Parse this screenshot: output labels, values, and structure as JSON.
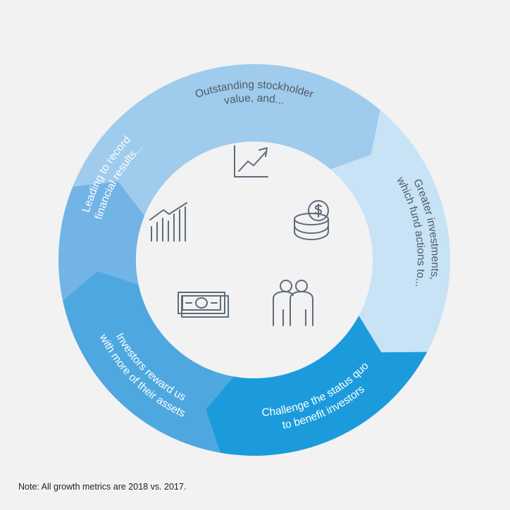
{
  "diagram": {
    "segments": [
      {
        "id": "stockholder-value",
        "lines": [
          "Outstanding stockholder",
          "value, and..."
        ],
        "color": "#9fcbec",
        "text_color": "#4f5b68"
      },
      {
        "id": "greater-investments",
        "lines": [
          "Greater investments,",
          "which fund actions to..."
        ],
        "color": "#c8e2f6",
        "text_color": "#4f5b68"
      },
      {
        "id": "challenge-status-quo",
        "lines": [
          "Challenge the status quo",
          "to benefit investors"
        ],
        "color": "#1c9bdc",
        "text_color": "#ffffff"
      },
      {
        "id": "investors-reward",
        "lines": [
          "Investors reward us",
          "with more of their assets"
        ],
        "color": "#4ea8df",
        "text_color": "#ffffff"
      },
      {
        "id": "record-results",
        "lines": [
          "Leading to record",
          "financial results..."
        ],
        "color": "#72b4e6",
        "text_color": "#ffffff"
      }
    ],
    "inner_color": "#f2f2f2",
    "icons": [
      {
        "name": "growth-arrow-chart-icon"
      },
      {
        "name": "coin-stack-icon"
      },
      {
        "name": "people-icon"
      },
      {
        "name": "banknote-icon"
      },
      {
        "name": "bar-chart-icon"
      }
    ]
  },
  "footer": {
    "note": "Note: All growth metrics are 2018 vs. 2017."
  }
}
